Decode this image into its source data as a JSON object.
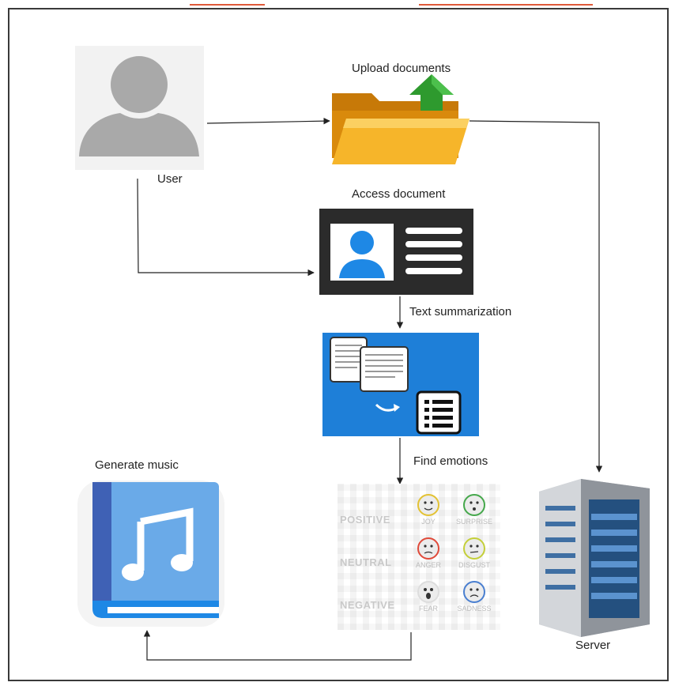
{
  "labels": {
    "user": "User",
    "upload": "Upload documents",
    "access": "Access document",
    "summarize": "Text summarization",
    "emotions": "Find emotions",
    "music": "Generate music",
    "server": "Server"
  },
  "emotion_panel": {
    "rows": [
      "POSITIVE",
      "NEUTRAL",
      "NEGATIVE"
    ],
    "faces": [
      "JOY",
      "SURPRISE",
      "ANGER",
      "DISGUST",
      "FEAR",
      "SADNESS"
    ]
  },
  "colors": {
    "frame": "#3a3a3a",
    "user_icon": "#a9a9a9",
    "folder": "#f2a51a",
    "upload_arrow": "#2e9a2e",
    "card_bg": "#2b2b2b",
    "card_avatar": "#1e88e5",
    "summary_bg": "#1e7fd8",
    "book": "#64a7e8",
    "server": "#4a7fb8"
  },
  "icons": [
    "user-icon",
    "folder-upload-icon",
    "id-card-icon",
    "summarization-icon",
    "music-book-icon",
    "server-icon"
  ]
}
